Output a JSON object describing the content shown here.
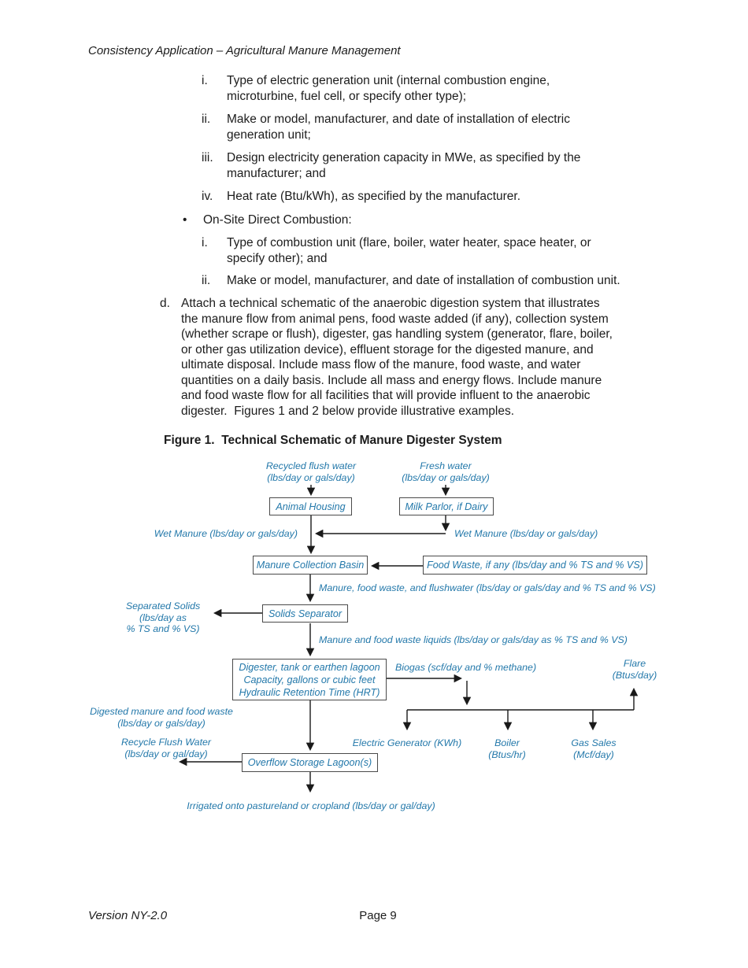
{
  "header": {
    "title": "Consistency Application – Agricultural Manure Management"
  },
  "body": {
    "electric_items": [
      {
        "marker": "i.",
        "text": "Type of electric generation unit (internal combustion engine,\nmicroturbine, fuel cell, or specify other type);"
      },
      {
        "marker": "ii.",
        "text": "Make or model, manufacturer, and date of installation of electric\ngeneration unit;"
      },
      {
        "marker": "iii.",
        "text": "Design electricity generation capacity in MWe, as specified by the\nmanufacturer; and"
      },
      {
        "marker": "iv.",
        "text": "Heat rate (Btu/kWh), as specified by the manufacturer."
      }
    ],
    "bullet_item": {
      "marker": "•",
      "text": "On-Site Direct Combustion:"
    },
    "combustion_items": [
      {
        "marker": "i.",
        "text": "Type of combustion unit (flare, boiler, water heater, space heater, or\nspecify other); and"
      },
      {
        "marker": "ii.",
        "text": "Make or model, manufacturer, and date of installation of combustion unit."
      }
    ],
    "item_d": {
      "marker": "d.",
      "text": "Attach a technical schematic of the anaerobic digestion system that illustrates\nthe manure flow from animal pens, food waste added (if any), collection system\n(whether scrape or flush), digester, gas handling system (generator, flare, boiler,\nor other gas utilization device), effluent storage for the digested manure, and\nultimate disposal. Include mass flow of the manure, food waste, and water\nquantities on a daily basis. Include all mass and energy flows. Include manure\nand food waste flow for all facilities that will provide influent to the anaerobic\ndigester.  Figures 1 and 2 below provide illustrative examples."
    }
  },
  "figure": {
    "title": "Figure 1.  Technical Schematic of Manure Digester System",
    "accent_color": "#2378AA",
    "boxes": {
      "animal_housing": "Animal Housing",
      "milk_parlor": "Milk Parlor, if Dairy",
      "manure_collection_basin": "Manure Collection Basin",
      "food_waste": "Food Waste, if any (lbs/day and % TS and % VS)",
      "solids_separator": "Solids Separator",
      "digester": "Digester, tank or earthen lagoon\nCapacity, gallons or cubic feet\nHydraulic Retention Time (HRT)",
      "overflow_lagoon": "Overflow Storage Lagoon(s)"
    },
    "labels": {
      "recycled_flush_water": "Recycled flush water\n(lbs/day or gals/day)",
      "fresh_water": "Fresh water\n(lbs/day or gals/day)",
      "wet_manure_left": "Wet Manure (lbs/day or gals/day)",
      "wet_manure_right": "Wet Manure (lbs/day or gals/day)",
      "manure_food_flushwater": "Manure, food waste, and flushwater (lbs/day or gals/day and % TS and % VS)",
      "separated_solids": "Separated Solids\n(lbs/day as\n% TS and % VS)",
      "manure_liquids": "Manure and food waste liquids (lbs/day or gals/day as % TS and % VS)",
      "biogas": "Biogas (scf/day and % methane)",
      "flare": "Flare\n(Btus/day)",
      "digested_manure": "Digested manure and food waste\n(lbs/day or gals/day)",
      "recycle_flush_water": "Recycle Flush Water\n(lbs/day or gal/day)",
      "electric_generator": "Electric Generator (KWh)",
      "boiler": "Boiler\n(Btus/hr)",
      "gas_sales": "Gas Sales\n(Mcf/day)",
      "irrigated": "Irrigated onto pastureland or cropland (lbs/day or gal/day)"
    }
  },
  "footer": {
    "version": "Version NY-2.0",
    "page": "Page 9"
  }
}
